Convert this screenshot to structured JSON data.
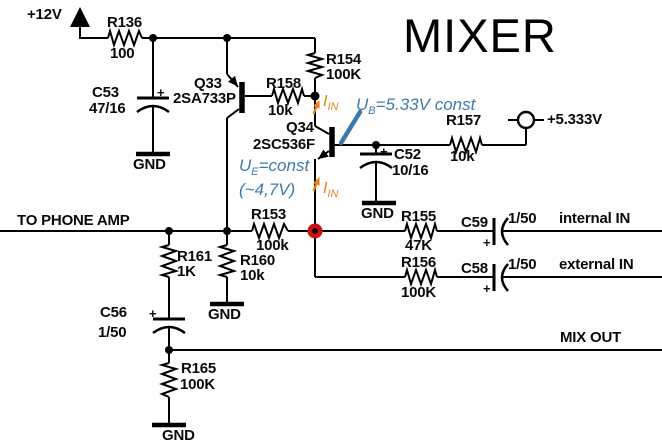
{
  "title": "MIXER",
  "rails": {
    "v12": "+12V",
    "v5": "+5.333V"
  },
  "nets": {
    "phone": "TO PHONE AMP",
    "internal": "internal IN",
    "external": "external IN",
    "mixout": "MIX OUT",
    "gnd": "GND"
  },
  "resistors": {
    "r136": {
      "ref": "R136",
      "value": "100"
    },
    "r154": {
      "ref": "R154",
      "value": "100K"
    },
    "r158": {
      "ref": "R158",
      "value": "10k"
    },
    "r157": {
      "ref": "R157",
      "value": "10k"
    },
    "r153": {
      "ref": "R153",
      "value": "100k"
    },
    "r161": {
      "ref": "R161",
      "value": "1K"
    },
    "r160": {
      "ref": "R160",
      "value": "10k"
    },
    "r155": {
      "ref": "R155",
      "value": "47K"
    },
    "r156": {
      "ref": "R156",
      "value": "100K"
    },
    "r165": {
      "ref": "R165",
      "value": "100K"
    }
  },
  "capacitors": {
    "plus": "+",
    "c53": {
      "ref": "C53",
      "value": "47/16"
    },
    "c52": {
      "ref": "C52",
      "value": "10/16"
    },
    "c56": {
      "ref": "C56",
      "value": "1/50"
    },
    "c59": {
      "ref": "C59",
      "value": "1/50"
    },
    "c58": {
      "ref": "C58",
      "value": "1/50"
    }
  },
  "transistors": {
    "q33": {
      "ref": "Q33",
      "part": "2SA733P"
    },
    "q34": {
      "ref": "Q34",
      "part": "2SC536F"
    }
  },
  "annotations": {
    "iin": {
      "sym": "I",
      "sub": "IN"
    },
    "ub": {
      "sym": "U",
      "sub": "B",
      "rest": "=5.33V const"
    },
    "ue": {
      "sym": "U",
      "sub": "E",
      "rest": "=const"
    },
    "ue_approx": "(~4,7V)"
  },
  "colors": {
    "annotation_blue": "#3d7aaa",
    "current_orange": "#e8821e",
    "node_red": "#cc1111",
    "wire": "#000000",
    "background": "#ffffff"
  }
}
